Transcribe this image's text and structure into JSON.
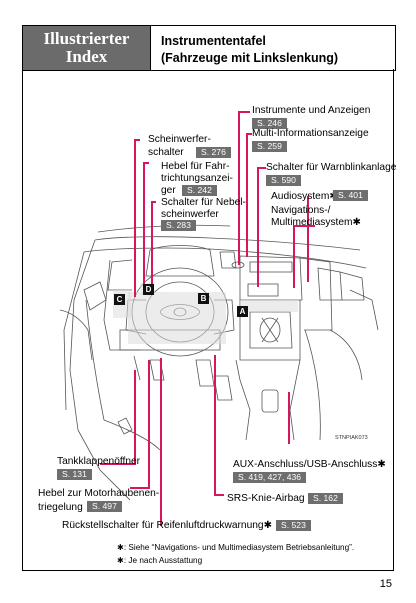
{
  "header": {
    "tab_line1": "Illustrierter",
    "tab_line2": "Index",
    "title_line1": "Instrumententafel",
    "title_line2": "(Fahrzeuge mit Linkslenkung)"
  },
  "labels": {
    "instrumente": "Instrumente und Anzeigen",
    "instrumente_ref": "S. 246",
    "multi": "Multi-Informationsanzeige",
    "multi_ref": "S. 259",
    "scheinwerfer1": "Scheinwerfer-",
    "scheinwerfer2": "schalter",
    "scheinwerfer_ref": "S. 276",
    "hebel1": "Hebel für Fahr-",
    "hebel2": "trichtungsanzei-",
    "hebel3": "ger",
    "hebel_ref": "S. 242",
    "warn": "Schalter für Warnblinkanlage",
    "warn_ref": "S. 590",
    "nebel1": "Schalter für Nebel-",
    "nebel2": "scheinwerfer",
    "nebel_ref": "S. 283",
    "audio": "Audiosystem✱",
    "audio_ref": "S. 401",
    "navi1": "Navigations-/",
    "navi2": "Multimediasystem✱",
    "tank": "Tankklappenöffner",
    "tank_ref": "S. 131",
    "motor1": "Hebel zur Motorhaubenen-",
    "motor2": "triegelung",
    "motor_ref": "S. 497",
    "aux": "AUX-Anschluss/USB-Anschluss✱",
    "aux_ref": "S. 419, 427, 436",
    "srs": "SRS-Knie-Airbag",
    "srs_ref": "S. 162",
    "reifen": "Rückstellschalter für Reifenluftdruckwarnung✱",
    "reifen_ref": "S. 523"
  },
  "markers": [
    "A",
    "B",
    "C",
    "D"
  ],
  "image_code": "STNPIAK073",
  "notes": [
    "✱: Siehe “Navigations- und Multimediasystem Betriebsanleitung”.",
    "✱: Je nach Ausstattung"
  ],
  "page_number": "15",
  "colors": {
    "leader": "#d8155f",
    "tab": "#6b6b6b",
    "ref_bg": "#6e6e6e"
  }
}
